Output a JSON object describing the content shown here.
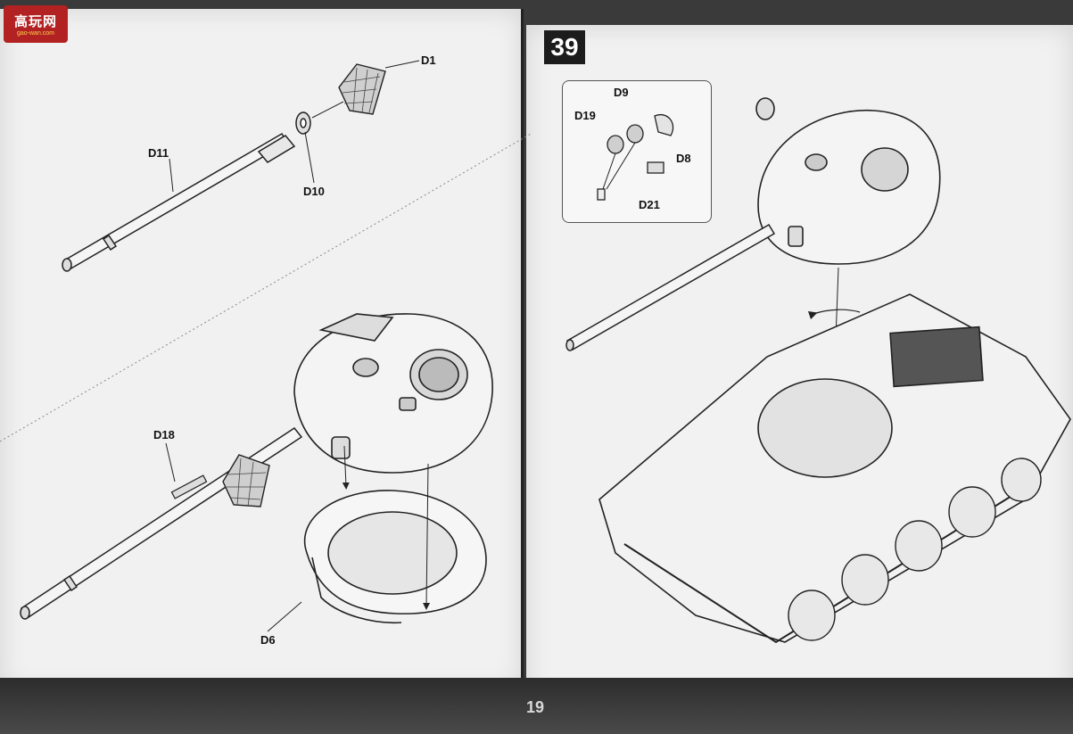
{
  "logo": {
    "text": "高玩网",
    "url": "gao-wan.com"
  },
  "step_number": "39",
  "page_number": "19",
  "labels": {
    "d1": "D1",
    "d11": "D11",
    "d10": "D10",
    "d18": "D18",
    "d6": "D6",
    "d9": "D9",
    "d19": "D19",
    "d8": "D8",
    "d21": "D21"
  },
  "colors": {
    "page": "#f1f1f1",
    "ink": "#222222",
    "badge": "#1c1c1c"
  }
}
